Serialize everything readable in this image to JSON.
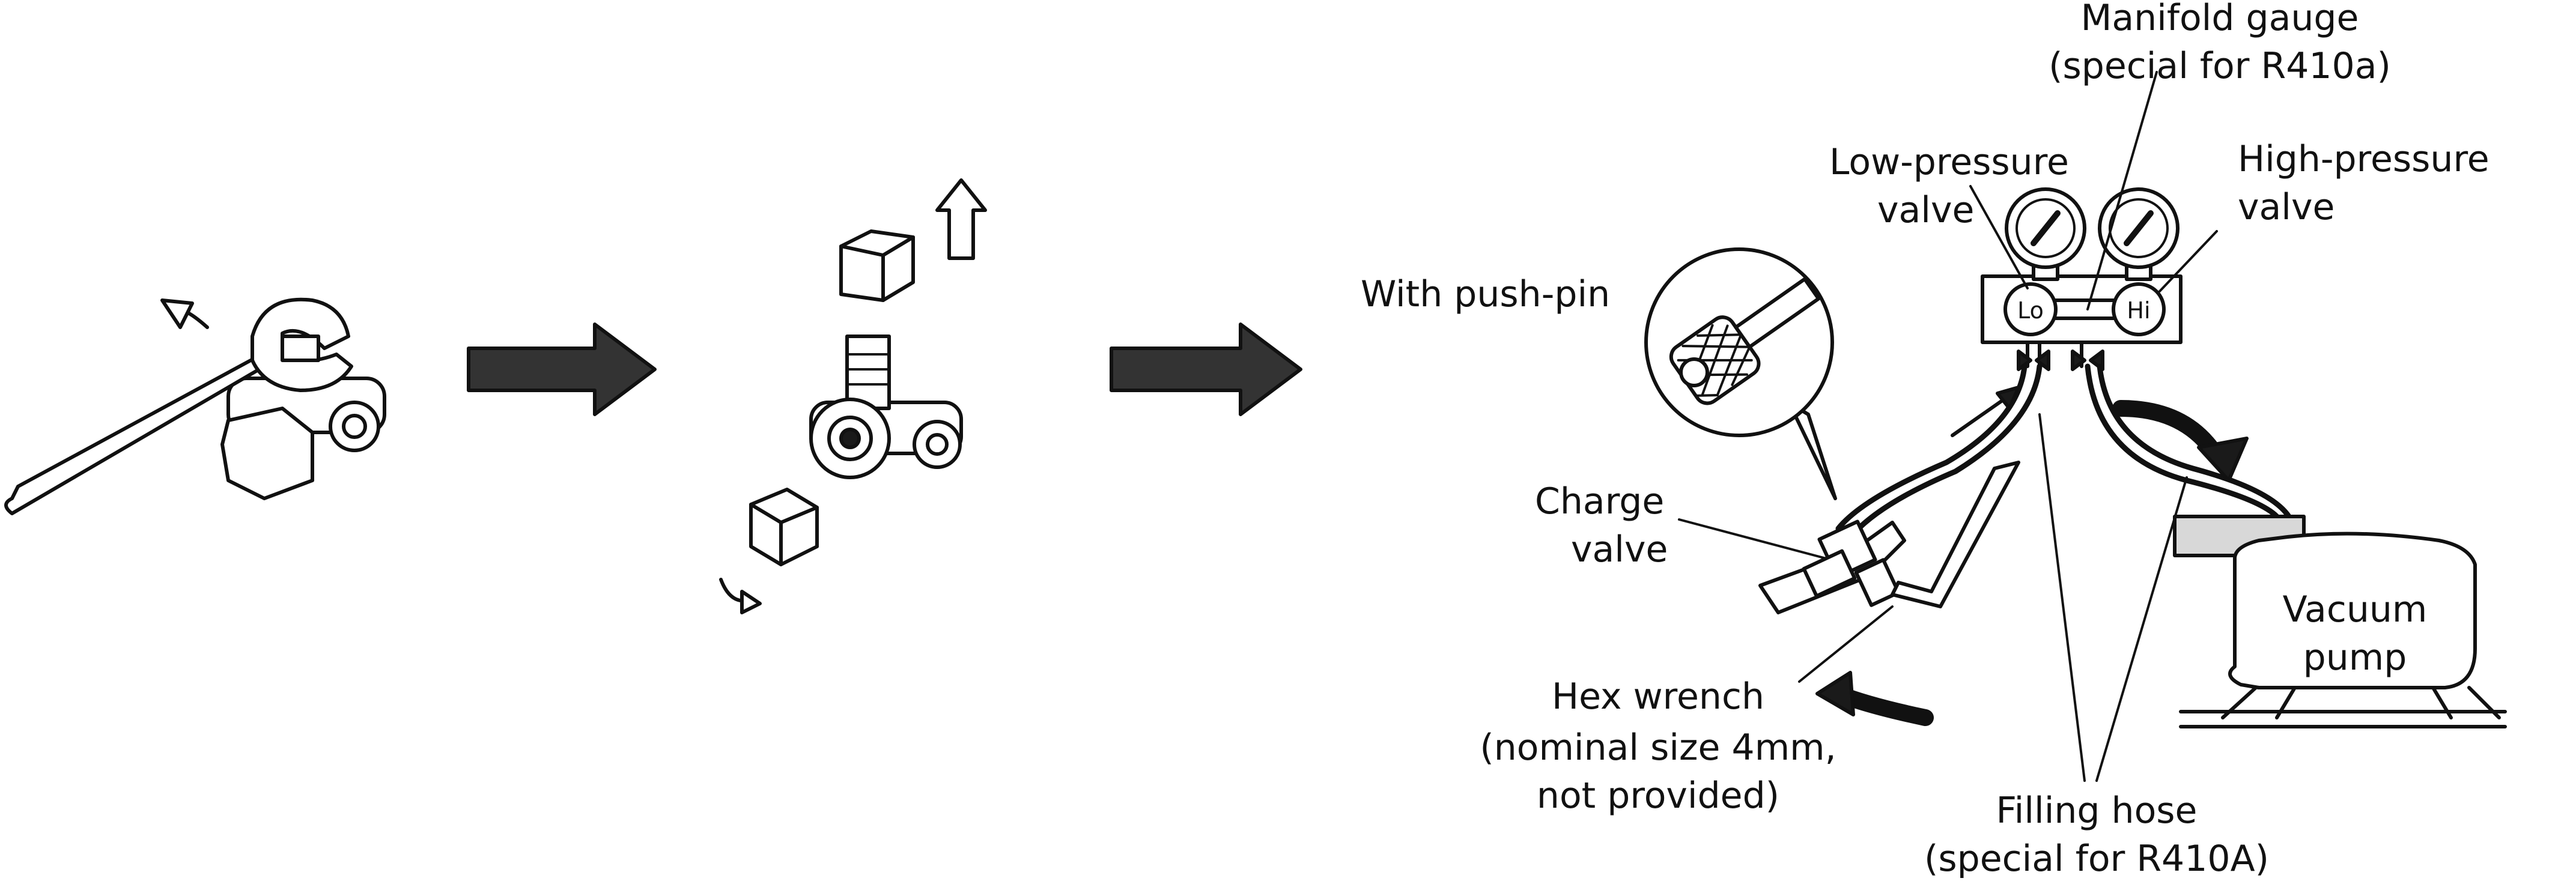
{
  "labels": {
    "manifold_gauge_line1": "Manifold gauge",
    "manifold_gauge_line2": "(special for R410a)",
    "low_pressure_line1": "Low-pressure",
    "low_pressure_line2": "valve",
    "high_pressure_line1": "High-pressure",
    "high_pressure_line2": "valve",
    "push_pin": "With push-pin",
    "charge_valve_line1": "Charge",
    "charge_valve_line2": "valve",
    "hex_wrench_line1": "Hex wrench",
    "hex_wrench_line2": "(nominal size 4mm,",
    "hex_wrench_line3": "not provided)",
    "filling_hose_line1": "Filling hose",
    "filling_hose_line2": "(special for R410A)",
    "vacuum_pump_line1": "Vacuum",
    "vacuum_pump_line2": "pump",
    "lo": "Lo",
    "hi": "Hi"
  },
  "colors": {
    "line": "#111111",
    "arrow_fill": "#333333",
    "part_fill": "#d8d8d8"
  }
}
